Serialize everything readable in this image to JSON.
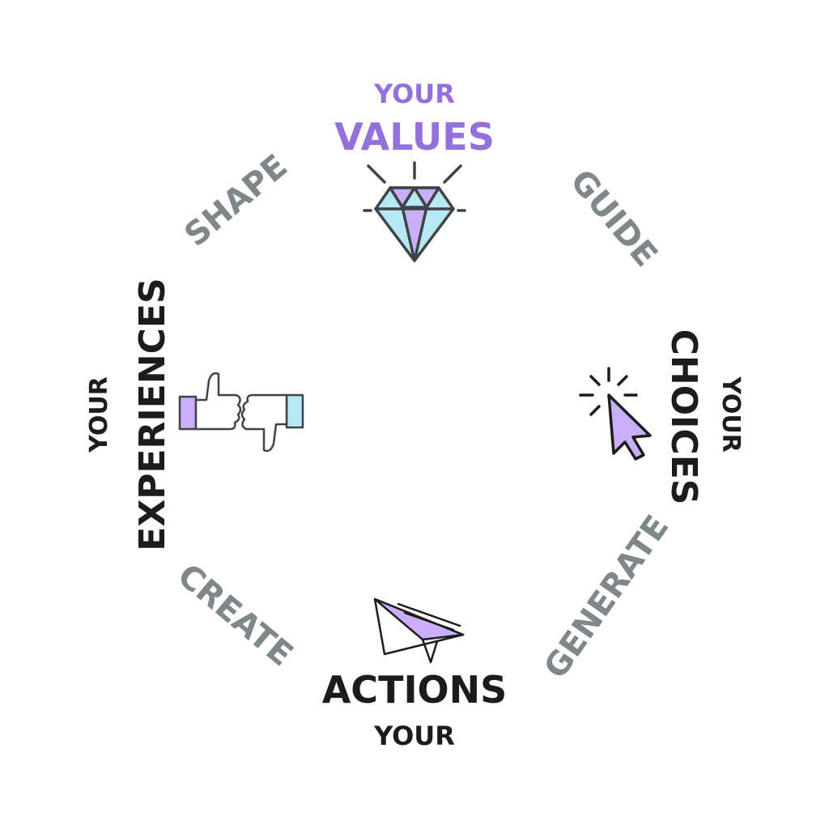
{
  "nodes": {
    "values": {
      "prefix": "YOUR",
      "word": "VALUES"
    },
    "choices": {
      "prefix": "YOUR",
      "word": "CHOICES"
    },
    "actions": {
      "prefix": "YOUR",
      "word": "ACTIONS"
    },
    "experiences": {
      "prefix": "YOUR",
      "word": "EXPERIENCES"
    }
  },
  "links": {
    "values_to_choices": "GUIDE",
    "choices_to_actions": "GENERATE",
    "actions_to_experiences": "CREATE",
    "experiences_to_values": "SHAPE"
  },
  "icons": [
    "diamond-icon",
    "cursor-click-icon",
    "paper-plane-icon",
    "thumbs-up-down-icon"
  ],
  "colors": {
    "accent": "#9370db",
    "light_purple": "#c9aef9",
    "light_blue": "#b8e8f4",
    "outline": "#3d4347",
    "link_text": "#80878b",
    "node_text": "#1c1c1c"
  }
}
